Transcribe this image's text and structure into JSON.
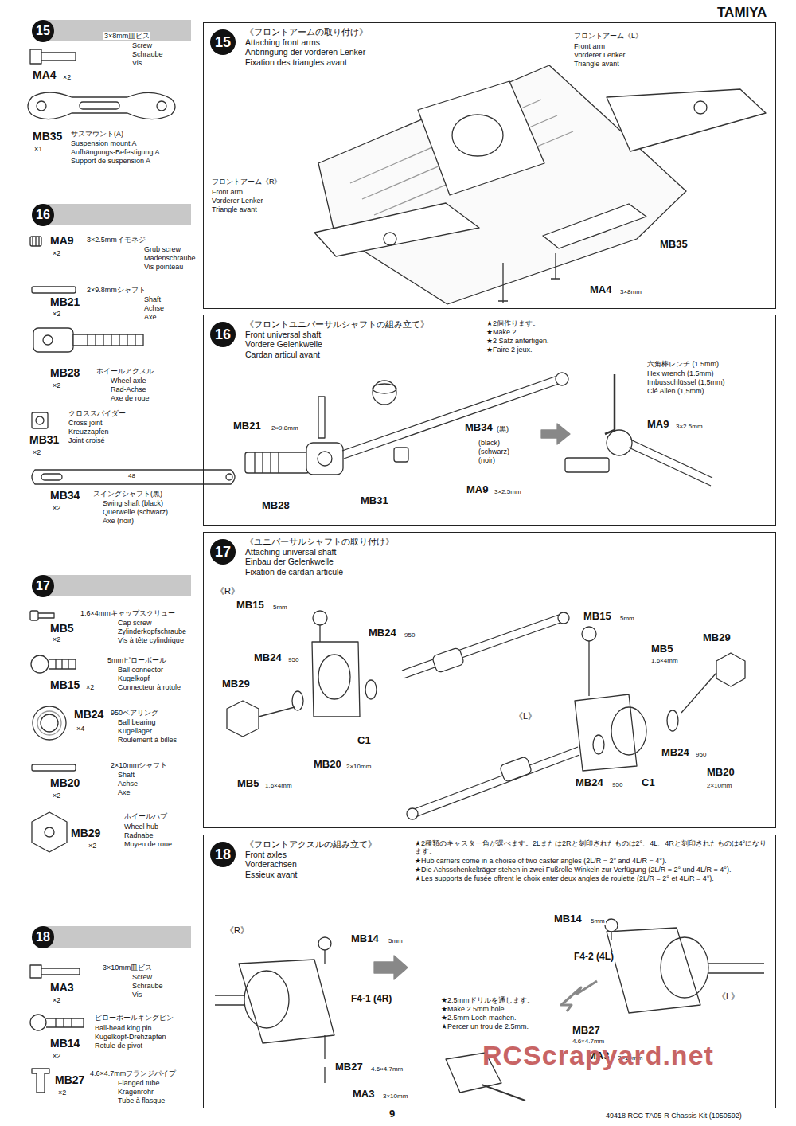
{
  "diagram": {
    "nodes": [
      {
        "text": [
          "15"
        ]
      },
      {
        "text": [
          "15",
          "《フロントアームの取り付け》",
          "Attaching front arms",
          "Anbringung der vorderen Lenker",
          "Fixation des triangles avant"
        ]
      },
      {
        "text": [
          "16"
        ]
      },
      {
        "text": [
          "16",
          "《フロントユニバーサルシャフトの組み立て》",
          "Front universal shaft",
          "Vordere Gelenkwelle",
          "Cardan articul avant"
        ]
      },
      {
        "text": [
          "17"
        ]
      },
      {
        "text": [
          "17",
          "《ユニバーサルシャフトの取り付け》",
          "Attaching universal shaft",
          "Einbau der Gelenkwelle",
          "Fixation de cardan articulé"
        ]
      },
      {
        "text": [
          "18"
        ]
      },
      {
        "text": [
          "18",
          "《フロントアクスルの組み立て》",
          "Front axles",
          "Vorderachsen",
          "Essieux avant"
        ]
      }
    ],
    "labels": [
      "TAMIYA",
      "3×8mm皿ビス",
      "Screw",
      "Schraube",
      "Vis",
      "MA4",
      "×2",
      "MB35",
      "×1",
      "サスマウント(A)",
      "Suspension mount A",
      "Aufhängungs-Befestigung A",
      "Support de suspension A",
      "MA9",
      "×2",
      "3×2.5mmイモネジ",
      "Grub screw",
      "Madenschraube",
      "Vis pointeau",
      "2×9.8mmシャフト",
      "MB21",
      "×2",
      "Shaft",
      "Achse",
      "Axe",
      "MB28",
      "×2",
      "ホイールアクスル",
      "Wheel axle",
      "Rad-Achse",
      "Axe de roue",
      "クロススパイダー",
      "Cross joint",
      "Kreuzzapfen",
      "Joint croisé",
      "MB31",
      "×2",
      "48",
      "MB34",
      "×2",
      "スイングシャフト(黒)",
      "Swing shaft (black)",
      "Querwelle (schwarz)",
      "Axe (noir)",
      "1.6×4mmキャップスクリュー",
      "Cap screw",
      "Zylinderkopfschraube",
      "Vis à tête cylindrique",
      "MB5",
      "×2",
      "5mmピローボール",
      "Ball connector",
      "Kugelkopf",
      "Connecteur à rotule",
      "MB15",
      "×2",
      "950ベアリング",
      "Ball bearing",
      "Kugellager",
      "Roulement à billes",
      "MB24",
      "×4",
      "2×10mmシャフト",
      "Shaft",
      "Achse",
      "Axe",
      "MB20",
      "×2",
      "ホイールハブ",
      "Wheel hub",
      "Radnabe",
      "Moyeu de roue",
      "MB29",
      "×2",
      "3×10mm皿ビス",
      "Screw",
      "Schraube",
      "Vis",
      "MA3",
      "×2",
      "ピローボールキングピン",
      "Ball-head king pin",
      "Kugelkopf-Drehzapfen",
      "Rotule de pivot",
      "MB14",
      "×2",
      "4.6×4.7mmフランジパイプ",
      "Flanged tube",
      "Kragenrohr",
      "Tube à flasque",
      "MB27",
      "×2",
      "フロントアーム《L》",
      "Front arm",
      "Vorderer Lenker",
      "Triangle avant",
      "フロントアーム《R》",
      "Front arm",
      "Vorderer Lenker",
      "Triangle avant",
      "MB35",
      "MA4",
      "3×8mm",
      "★2個作ります。",
      "★Make 2.",
      "★2 Satz anfertigen.",
      "★Faire 2 jeux.",
      "六角棒レンチ (1.5mm)",
      "Hex wrench (1.5mm)",
      "Imbusschlüssel (1,5mm)",
      "Clé Allen (1,5mm)",
      "MB21",
      "2×9.8mm",
      "MB34",
      "(黒)",
      "(black)",
      "(schwarz)",
      "(noir)",
      "MA9",
      "3×2.5mm",
      "MB31",
      "MA9",
      "3×2.5mm",
      "MB28",
      "《R》",
      "MB15",
      "5mm",
      "MB24",
      "950",
      "MB24",
      "950",
      "MB29",
      "C1",
      "MB5",
      "1.6×4mm",
      "MB20",
      "2×10mm",
      "MB15",
      "5mm",
      "MB5",
      "1.6×4mm",
      "MB29",
      "《L》",
      "MB24",
      "950",
      "MB24",
      "950",
      "C1",
      "MB20",
      "2×10mm",
      "★2種類のキャスター角が選べます。2Lまたは2Rと刻印されたものは2°、4L、4Rと刻印されたものは4°になります。",
      "★Hub carriers come in a choise of two caster angles (2L/R = 2° and 4L/R = 4°).",
      "★Die Achsschenkelträger stehen in zwei Fußrolle Winkeln zur Verfügung (2L/R = 2° und 4L/R = 4°).",
      "★Les supports de fusée offrent le choix enter deux angles de roulette (2L/R = 2° et 4L/R = 4°).",
      "《R》",
      "MB14",
      "5mm",
      "F4-1 (4R)",
      "MB27",
      "4.6×4.7mm",
      "MA3",
      "3×10mm",
      "★2.5mmドリルを通します。",
      "★Make 2.5mm hole.",
      "★2.5mm Loch machen.",
      "★Percer un trou de 2.5mm.",
      "MB14",
      "5mm",
      "F4-2 (4L)",
      "《L》",
      "MB27",
      "4.6×4.7mm",
      "MA3",
      "3×10mm",
      "RCScrapyard.net",
      "9",
      "49418 RCC TA05-R Chassis Kit (1050592)"
    ]
  }
}
